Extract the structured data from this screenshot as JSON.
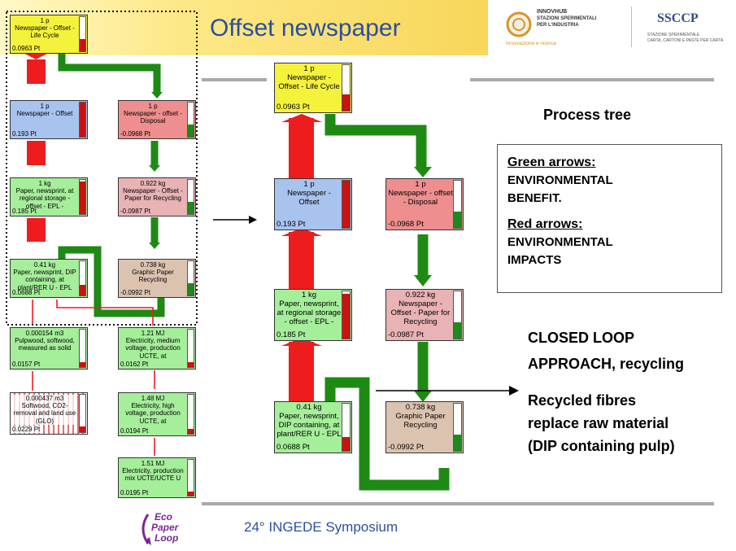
{
  "header": {
    "title": "Offset newspaper",
    "logo_innovhub": {
      "line1": "INNOVHUB",
      "line2": "STAZIONI SPERIMENTALI",
      "line3": "PER L'INDUSTRIA",
      "tagline": "Innovazione e ricerca"
    },
    "logo_ssccp": {
      "name": "SSCCP",
      "line1": "STAZIONE SPERIMENTALE",
      "line2": "CARTA, CARTONI E PASTE PER CARTA"
    }
  },
  "small_tree": {
    "nodes": [
      {
        "id": "s1",
        "qty": "1 p",
        "label": "Newspaper - Offset - Life Cycle",
        "score": "0.0963 Pt",
        "fill": 0.35,
        "bar_color": "#cc1111"
      },
      {
        "id": "s2",
        "qty": "1 p",
        "label": "Newspaper - Offset",
        "score": "0.193 Pt",
        "fill": 1.0,
        "bar_color": "#cc1111"
      },
      {
        "id": "s3",
        "qty": "1 p",
        "label": "Newspaper - offset - Disposal",
        "score": "-0.0968 Pt",
        "fill": 0.35,
        "bar_color": "#1c8a1c"
      },
      {
        "id": "s4",
        "qty": "1 kg",
        "label": "Paper, newsprint, at regional storage - offset - EPL -",
        "score": "0.185 Pt",
        "fill": 0.95,
        "bar_color": "#cc1111"
      },
      {
        "id": "s5",
        "qty": "0.922 kg",
        "label": "Newspaper - Offset - Paper for Recycling",
        "score": "-0.0987 Pt",
        "fill": 0.35,
        "bar_color": "#1c8a1c"
      },
      {
        "id": "s6",
        "qty": "0.41 kg",
        "label": "Paper, newsprint, DIP containing, at plant/RER U - EPL",
        "score": "0.0688 Pt",
        "fill": 0.3,
        "bar_color": "#cc1111"
      },
      {
        "id": "s7",
        "qty": "0.738 kg",
        "label": "Graphic Paper Recycling",
        "score": "-0.0992 Pt",
        "fill": 0.35,
        "bar_color": "#1c8a1c"
      },
      {
        "id": "s8",
        "qty": "0.000154 m3",
        "label": "Pulpwood, softwood, measured as solid",
        "score": "0.0157 Pt",
        "fill": 0.12,
        "bar_color": "#cc1111"
      },
      {
        "id": "s9",
        "qty": "1.21 MJ",
        "label": "Electricity, medium voltage, production UCTE, at",
        "score": "0.0162 Pt",
        "fill": 0.12,
        "bar_color": "#cc1111"
      },
      {
        "id": "s10",
        "qty": "0.000437 m3",
        "label": "Softwood, CO2-removal and land use (GLO)",
        "score": "0.0229 Pt",
        "fill": 0.15,
        "bar_color": "#cc1111"
      },
      {
        "id": "s11",
        "qty": "1.48 MJ",
        "label": "Electricity, high voltage, production UCTE, at",
        "score": "0.0194 Pt",
        "fill": 0.12,
        "bar_color": "#cc1111"
      },
      {
        "id": "s12",
        "qty": "1.51 MJ",
        "label": "Electricity, production mix UCTE/UCTE U",
        "score": "0.0195 Pt",
        "fill": 0.12,
        "bar_color": "#cc1111"
      }
    ]
  },
  "big_tree": {
    "nodes": [
      {
        "id": "b1",
        "qty": "1 p",
        "label": "Newspaper - Offset - Life Cycle",
        "score": "0.0963 Pt",
        "fill": 0.35,
        "bar_color": "#cc1111"
      },
      {
        "id": "b2",
        "qty": "1 p",
        "label": "Newspaper - Offset",
        "score": "0.193 Pt",
        "fill": 1.0,
        "bar_color": "#cc1111"
      },
      {
        "id": "b3",
        "qty": "1 p",
        "label": "Newspaper - offset - Disposal",
        "score": "-0.0968 Pt",
        "fill": 0.35,
        "bar_color": "#1c8a1c"
      },
      {
        "id": "b4",
        "qty": "1 kg",
        "label": "Paper, newsprint, at regional storage - offset - EPL -",
        "score": "0.185 Pt",
        "fill": 0.95,
        "bar_color": "#cc1111"
      },
      {
        "id": "b5",
        "qty": "0.922 kg",
        "label": "Newspaper - Offset - Paper for Recycling",
        "score": "-0.0987 Pt",
        "fill": 0.35,
        "bar_color": "#1c8a1c"
      },
      {
        "id": "b6",
        "qty": "0.41 kg",
        "label": "Paper, newsprint, DIP containing, at plant/RER U - EPL",
        "score": "0.0688 Pt",
        "fill": 0.3,
        "bar_color": "#cc1111"
      },
      {
        "id": "b7",
        "qty": "0.738 kg",
        "label": "Graphic Paper Recycling",
        "score": "-0.0992 Pt",
        "fill": 0.35,
        "bar_color": "#1c8a1c"
      }
    ]
  },
  "side": {
    "heading": "Process tree",
    "green_title": "Green arrows:",
    "green_text_1": "ENVIRONMENTAL",
    "green_text_2": "BENEFIT.",
    "red_title": "Red arrows:",
    "red_text_1": "ENVIRONMENTAL",
    "red_text_2": "IMPACTS",
    "closed_loop_1": "CLOSED LOOP",
    "closed_loop_2": "APPROACH, recycling",
    "recycled_1": "Recycled fibres",
    "recycled_2": "replace raw material",
    "recycled_3": "(DIP containing pulp)"
  },
  "footer": {
    "symposium": "24° INGEDE Symposium",
    "logo_line1": "Eco",
    "logo_line2": "Paper",
    "logo_line3": "Loop"
  },
  "colors": {
    "red_arrow": "#ee1c1c",
    "green_arrow": "#1e8a14",
    "title_blue": "#2a4fa0"
  }
}
